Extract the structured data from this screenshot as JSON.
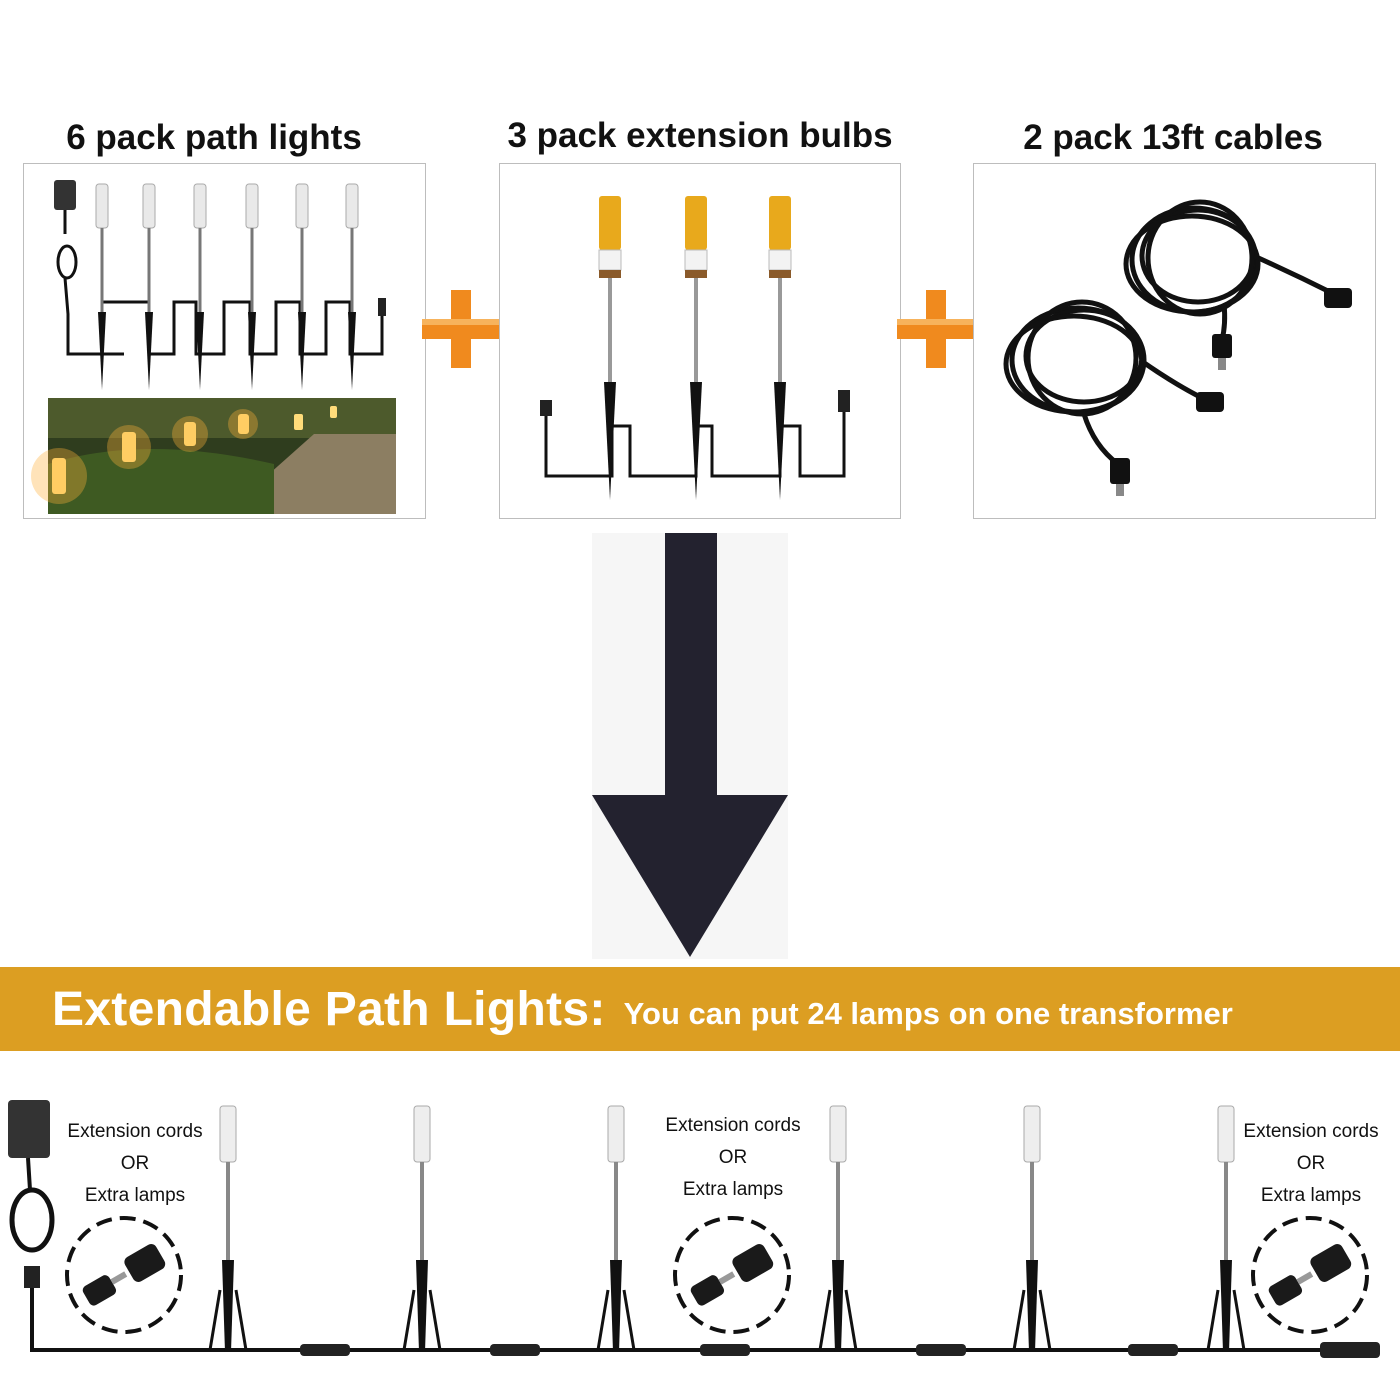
{
  "packages": [
    {
      "title": "6 pack path lights"
    },
    {
      "title": "3 pack extension bulbs"
    },
    {
      "title": "2 pack 13ft cables"
    }
  ],
  "banner": {
    "main": "Extendable Path Lights:",
    "sub": "You can put 24 lamps on one transformer"
  },
  "notes": [
    {
      "line1": "Extension cords",
      "line2": "OR",
      "line3": "Extra lamps"
    },
    {
      "line1": "Extension cords",
      "line2": "OR",
      "line3": "Extra lamps"
    },
    {
      "line1": "Extension cords",
      "line2": "OR",
      "line3": "Extra lamps"
    }
  ],
  "colors": {
    "plus": "#f08a1e",
    "arrow": "#23222f",
    "banner": "#dc9e22",
    "bulb_warm": "#e8a91c",
    "cable": "#111111"
  },
  "icons": [
    "plus-icon",
    "down-arrow-icon",
    "power-adapter-icon",
    "connector-icon"
  ]
}
